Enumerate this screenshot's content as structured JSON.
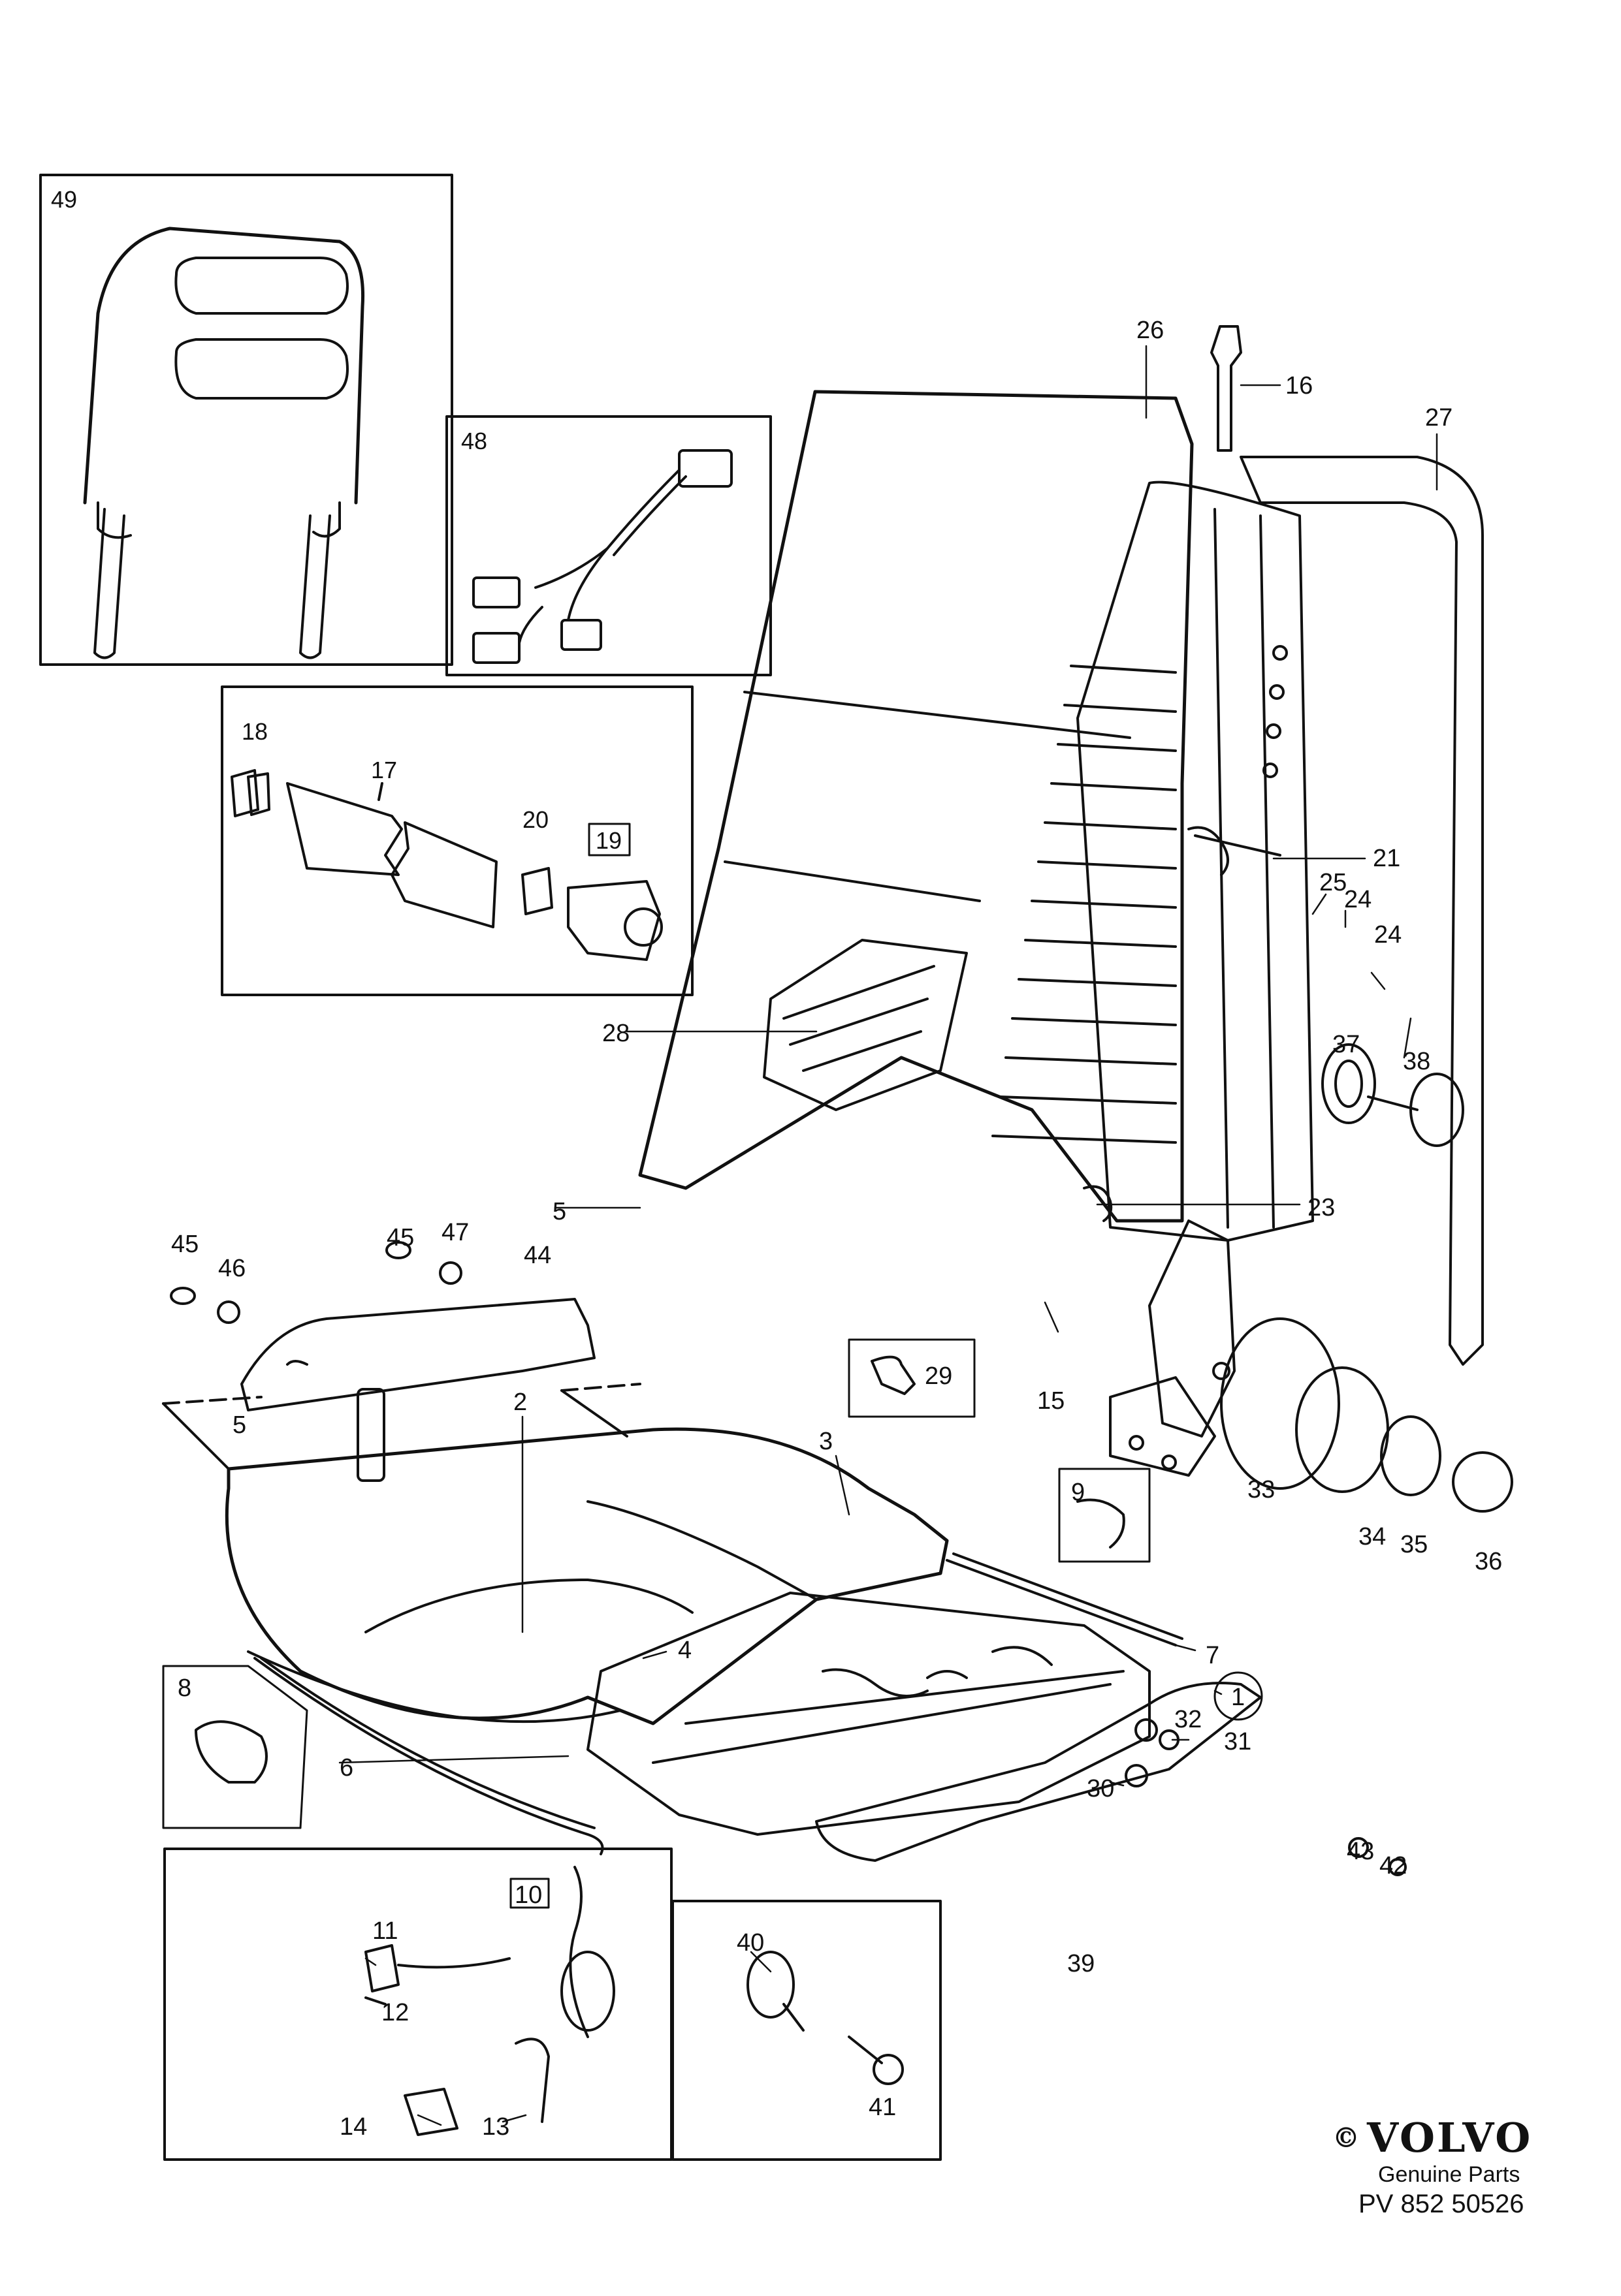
{
  "callouts": {
    "c1": "1",
    "c2": "2",
    "c3": "3",
    "c4": "4",
    "c5a": "5",
    "c5b": "5",
    "c6": "6",
    "c7": "7",
    "c8": "8",
    "c9": "9",
    "c10": "10",
    "c11": "11",
    "c12": "12",
    "c13": "13",
    "c14": "14",
    "c15": "15",
    "c16": "16",
    "c17": "17",
    "c18": "18",
    "c19": "19",
    "c20": "20",
    "c21": "21",
    "c23": "23",
    "c24a": "24",
    "c24b": "24",
    "c25": "25",
    "c26": "26",
    "c27": "27",
    "c28": "28",
    "c29": "29",
    "c30": "30",
    "c31": "31",
    "c32": "32",
    "c33": "33",
    "c34": "34",
    "c35": "35",
    "c36": "36",
    "c37": "37",
    "c38": "38",
    "c39": "39",
    "c40": "40",
    "c41": "41",
    "c42": "42",
    "c43": "43",
    "c44": "44",
    "c45a": "45",
    "c45b": "45",
    "c46": "46",
    "c47": "47",
    "c48": "48",
    "c49": "49"
  },
  "brand": {
    "copyright": "©",
    "logo": "VOLVO",
    "tagline": "Genuine Parts",
    "code": "PV 852  50526"
  },
  "colors": {
    "ink": "#111111",
    "paper": "#ffffff"
  }
}
